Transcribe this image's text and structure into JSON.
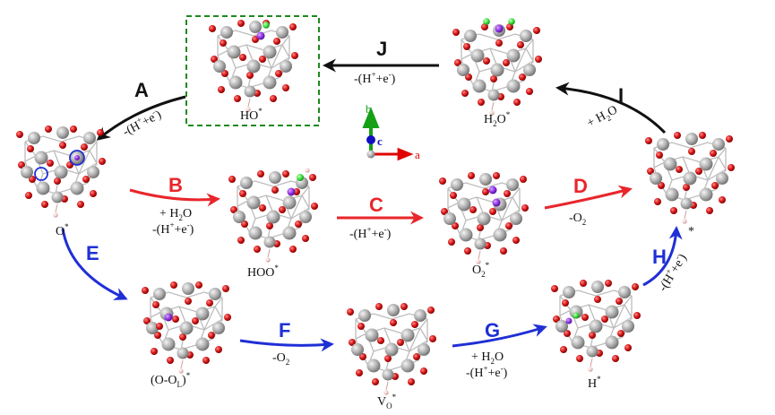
{
  "colors": {
    "red_pathway": "#e8262b",
    "blue_pathway": "#1f2fd6",
    "black_pathway": "#111111",
    "oxygen_atom": "#cc1212",
    "metal_atom": "#a9a9a9",
    "hydrogen_atom": "#f2c7c7",
    "purple_atom": "#8a2be2",
    "green_atom": "#33dd33",
    "selection_box": "#1d8a1d",
    "axis_a": "#e00000",
    "axis_b": "#15a015",
    "axis_c": "#1010c0"
  },
  "structures": {
    "o_star": {
      "base": "O",
      "sup": "*"
    },
    "hoo_star": {
      "base": "HOO",
      "sup": "*"
    },
    "o2_star": {
      "base": "O",
      "sub": "2",
      "sup": "*"
    },
    "bare_star": {
      "base": "",
      "sup": "*"
    },
    "ho_star": {
      "base": "HO",
      "sup": "*"
    },
    "h2o_star": {
      "base": "H",
      "sub": "2",
      "post": "O",
      "sup": "*"
    },
    "ool_star": {
      "base": "(O-O",
      "sub": "L",
      "post": ")",
      "sup": "*"
    },
    "vo_star": {
      "base": "V",
      "sub": "O",
      "sup": "*"
    },
    "h_star": {
      "base": "H",
      "sup": "*"
    }
  },
  "steps": {
    "A": {
      "letter": "A",
      "cond": "-(H+e-)",
      "cond_parts": [
        "-(H",
        "+",
        "+e",
        "-",
        ")"
      ]
    },
    "B": {
      "letter": "B",
      "cond1": "+ H2O",
      "cond1_parts": [
        "+ H",
        "2",
        "O"
      ],
      "cond2_parts": [
        "-(H",
        "+",
        "+e",
        "-",
        ")"
      ]
    },
    "C": {
      "letter": "C",
      "cond_parts": [
        "-(H",
        "+",
        "+e",
        "-",
        ")"
      ]
    },
    "D": {
      "letter": "D",
      "cond_parts": [
        "-O",
        "2"
      ]
    },
    "E": {
      "letter": "E"
    },
    "F": {
      "letter": "F",
      "cond_parts": [
        "-O",
        "2"
      ]
    },
    "G": {
      "letter": "G",
      "cond1_parts": [
        "+ H",
        "2",
        "O"
      ],
      "cond2_parts": [
        "-(H",
        "+",
        "+e",
        "-",
        ")"
      ]
    },
    "H": {
      "letter": "H",
      "cond_parts": [
        "-(H",
        "+",
        "+e",
        "-",
        ")"
      ]
    },
    "I": {
      "letter": "I",
      "cond1_parts": [
        "+ H",
        "2",
        "O"
      ]
    },
    "J": {
      "letter": "J",
      "cond_parts": [
        "-(H",
        "+",
        "+e",
        "-",
        ")"
      ]
    }
  },
  "axes": {
    "a": "a",
    "b": "b",
    "c": "c"
  }
}
